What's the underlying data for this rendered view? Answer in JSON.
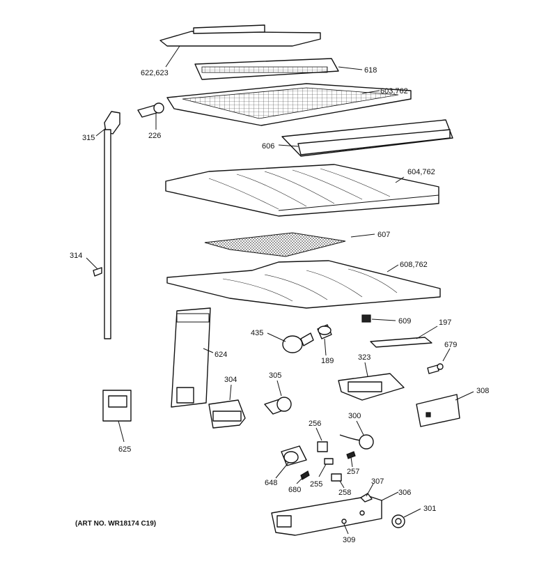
{
  "callouts": {
    "c622": "622,623",
    "c618": "618",
    "c603": "603,762",
    "c315": "315",
    "c226": "226",
    "c606": "606",
    "c604": "604,762",
    "c607": "607",
    "c314": "314",
    "c608": "608,762",
    "c609": "609",
    "c197": "197",
    "c435": "435",
    "c189": "189",
    "c624": "624",
    "c679": "679",
    "c323": "323",
    "c304": "304",
    "c305": "305",
    "c308": "308",
    "c625": "625",
    "c256": "256",
    "c300": "300",
    "c648": "648",
    "c257": "257",
    "c255": "255",
    "c680": "680",
    "c258": "258",
    "c307": "307",
    "c306": "306",
    "c301": "301",
    "c309": "309"
  },
  "art_number": "(ART NO. WR18174 C19)"
}
